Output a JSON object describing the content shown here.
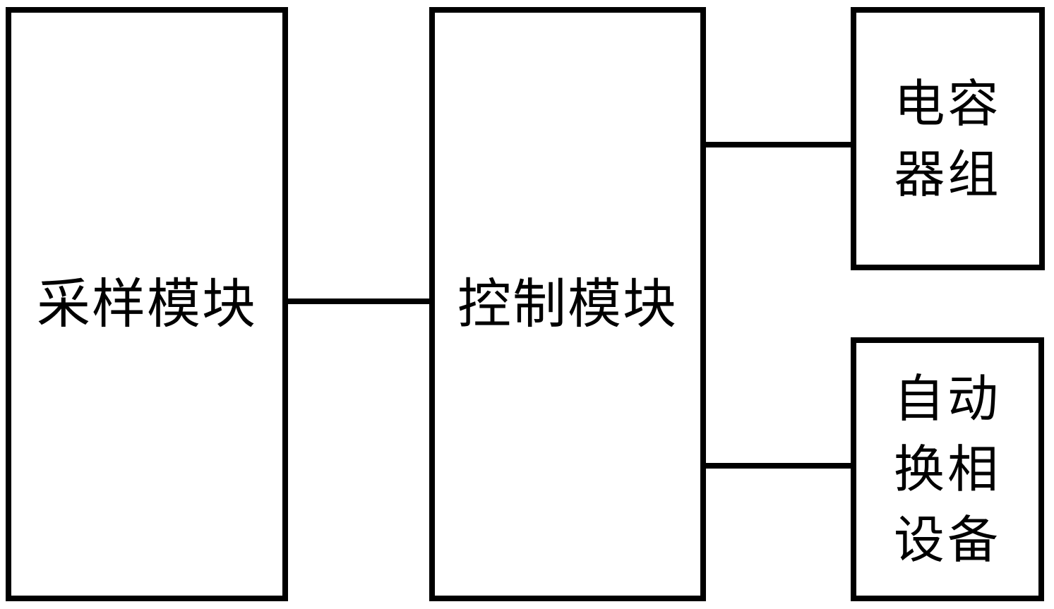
{
  "diagram": {
    "boxes": {
      "sampling": {
        "label": "采样模块"
      },
      "control": {
        "label": "控制模块"
      },
      "capacitor": {
        "lines": [
          "电容",
          "器组"
        ]
      },
      "commutation": {
        "lines": [
          "自动",
          "换相",
          "设备"
        ]
      }
    },
    "connections": [
      {
        "from": "sampling",
        "to": "control"
      },
      {
        "from": "control",
        "to": "capacitor"
      },
      {
        "from": "control",
        "to": "commutation"
      }
    ],
    "colors": {
      "line": "#000000",
      "background": "#ffffff"
    }
  }
}
